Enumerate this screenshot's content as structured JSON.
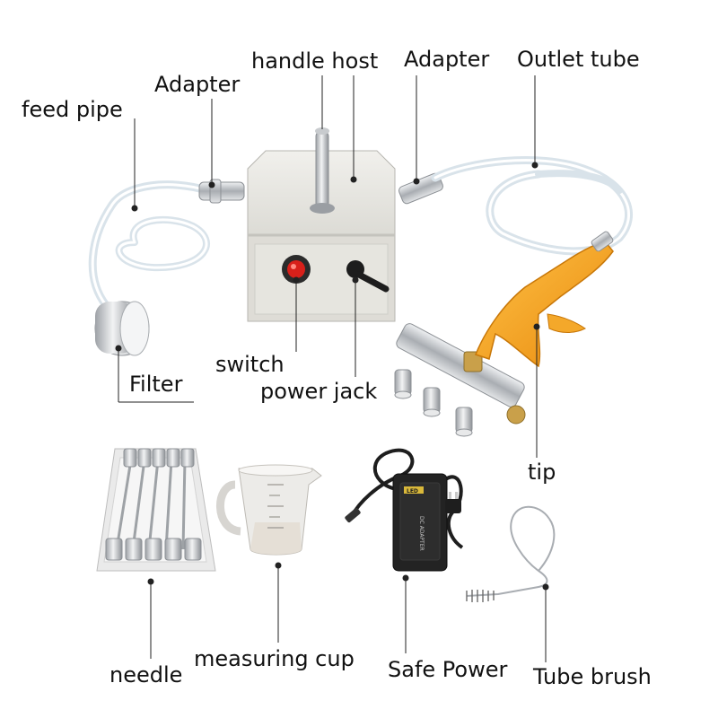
{
  "labels": {
    "feed_pipe": "feed pipe",
    "adapter_left": "Adapter",
    "handle_host": "handle host",
    "adapter_right": "Adapter",
    "outlet_tube": "Outlet tube",
    "filter": "Filter",
    "switch": "switch",
    "power_jack": "power jack",
    "tip": "tip",
    "needle": "needle",
    "measuring_cup": "measuring cup",
    "safe_power": "Safe Power",
    "tube_brush": "Tube brush"
  },
  "adapter_nameplate": {
    "brand": "LED",
    "line": "DC ADAPTER"
  },
  "colors": {
    "label_text": "#111111",
    "leader_line": "#222222",
    "box_body": "#e4e3de",
    "handle_yellow": "#f6a21a",
    "switch_red": "#d8201a",
    "metal": "#b9bcc0",
    "adapter_black": "#1e1e1e",
    "cup": "#e8e6e3"
  },
  "icons": [
    "pump-box",
    "feed-pipe-hose",
    "filter",
    "outlet-tube-hose",
    "spray-gun",
    "needle-tray",
    "measuring-cup",
    "power-adapter",
    "tube-brush"
  ]
}
